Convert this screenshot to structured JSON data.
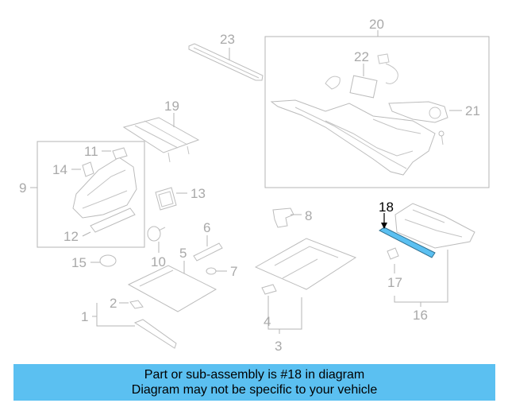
{
  "callouts": {
    "c1": "1",
    "c2": "2",
    "c3": "3",
    "c4": "4",
    "c5": "5",
    "c6": "6",
    "c7": "7",
    "c8": "8",
    "c9": "9",
    "c10": "10",
    "c11": "11",
    "c12": "12",
    "c13": "13",
    "c14": "14",
    "c15": "15",
    "c16": "16",
    "c17": "17",
    "c18": "18",
    "c19": "19",
    "c20": "20",
    "c21": "21",
    "c22": "22",
    "c23": "23"
  },
  "highlighted_part": "18",
  "colors": {
    "banner": "#5bc0f1",
    "highlight": "#5bc0f1",
    "line_art": "#b4b4b4"
  },
  "banner": {
    "line1": "Part or sub-assembly is #18 in diagram",
    "line2": "Diagram may not be specific to your vehicle"
  }
}
